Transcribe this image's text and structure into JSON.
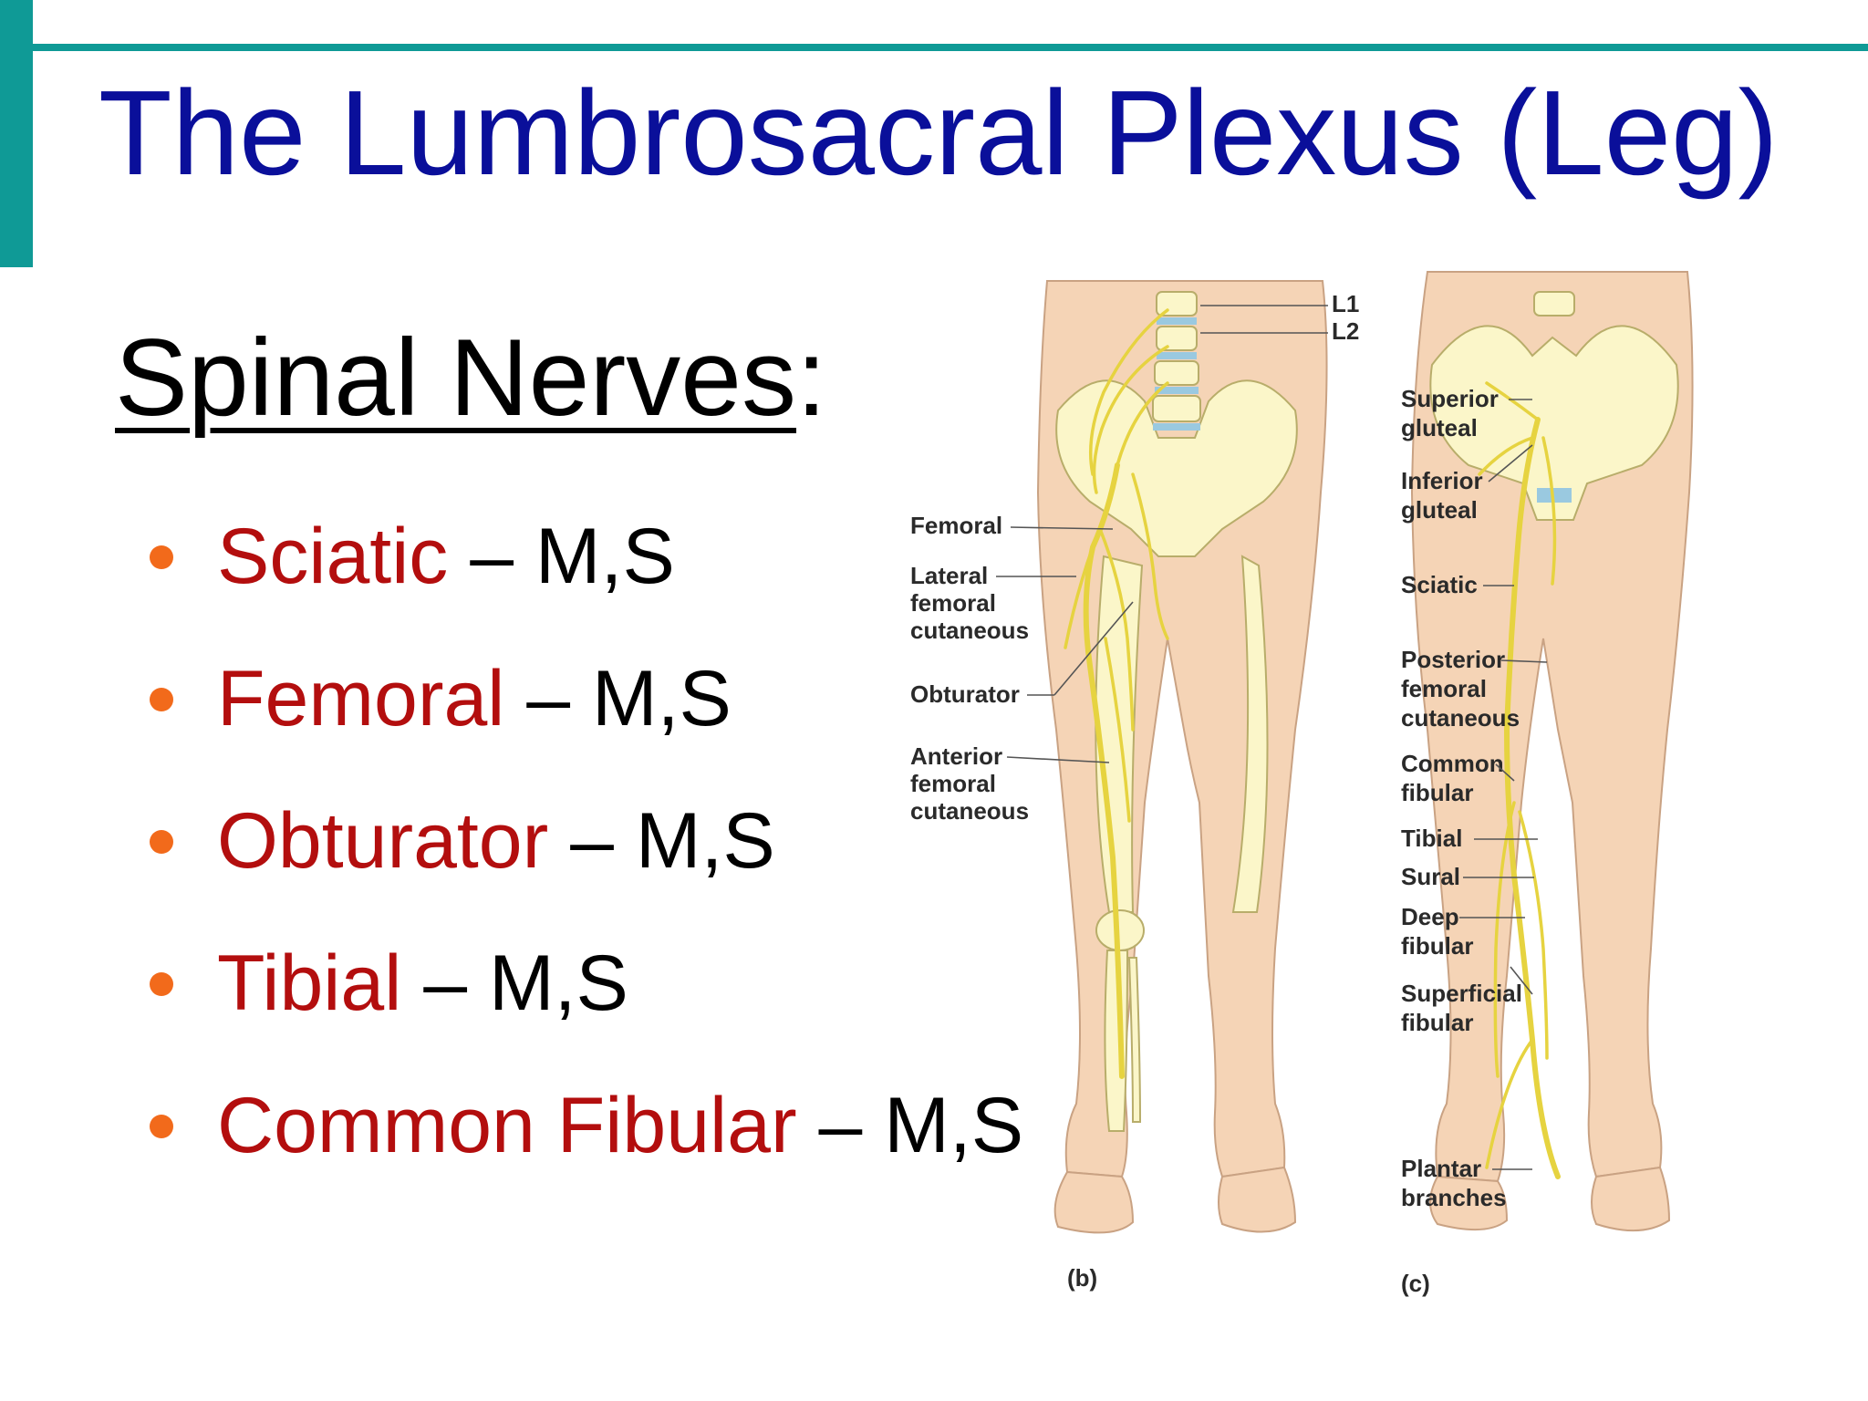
{
  "slide": {
    "title": "The Lumbrosacral Plexus (Leg)",
    "subtitle": "Spinal Nerves",
    "subtitle_suffix": ":",
    "bullets": [
      {
        "nerve": "Sciatic",
        "rest": " – M,S"
      },
      {
        "nerve": "Femoral",
        "rest": " – M,S"
      },
      {
        "nerve": "Obturator",
        "rest": " – M,S"
      },
      {
        "nerve": "Tibial",
        "rest": " – M,S"
      },
      {
        "nerve": "Common Fibular",
        "rest": " – M,S"
      }
    ]
  },
  "figure": {
    "anterior": {
      "panel_label": "(b)",
      "vertebra_labels": [
        "L1",
        "L2"
      ],
      "labels": {
        "femoral": [
          "Femoral"
        ],
        "lateral_femoral_cutaneous": [
          "Lateral",
          "femoral",
          "cutaneous"
        ],
        "obturator": [
          "Obturator"
        ],
        "anterior_femoral_cutaneous": [
          "Anterior",
          "femoral",
          "cutaneous"
        ]
      }
    },
    "posterior": {
      "panel_label": "(c)",
      "labels": {
        "superior_gluteal": [
          "Superior",
          "gluteal"
        ],
        "inferior_gluteal": [
          "Inferior",
          "gluteal"
        ],
        "sciatic": [
          "Sciatic"
        ],
        "posterior_femoral_cutaneous": [
          "Posterior",
          "femoral",
          "cutaneous"
        ],
        "common_fibular": [
          "Common",
          "fibular"
        ],
        "tibial": [
          "Tibial"
        ],
        "sural": [
          "Sural"
        ],
        "deep_fibular": [
          "Deep",
          "fibular"
        ],
        "superficial_fibular": [
          "Superficial",
          "fibular"
        ],
        "plantar_branches": [
          "Plantar",
          "branches"
        ]
      }
    }
  },
  "colors": {
    "title": "#0a0f9a",
    "accent": "#0f9a96",
    "nerve_text": "#b30e0e",
    "bullet": "#f26a1b",
    "nerve_line": "#e6d340",
    "skin": "#f5d4b6"
  }
}
